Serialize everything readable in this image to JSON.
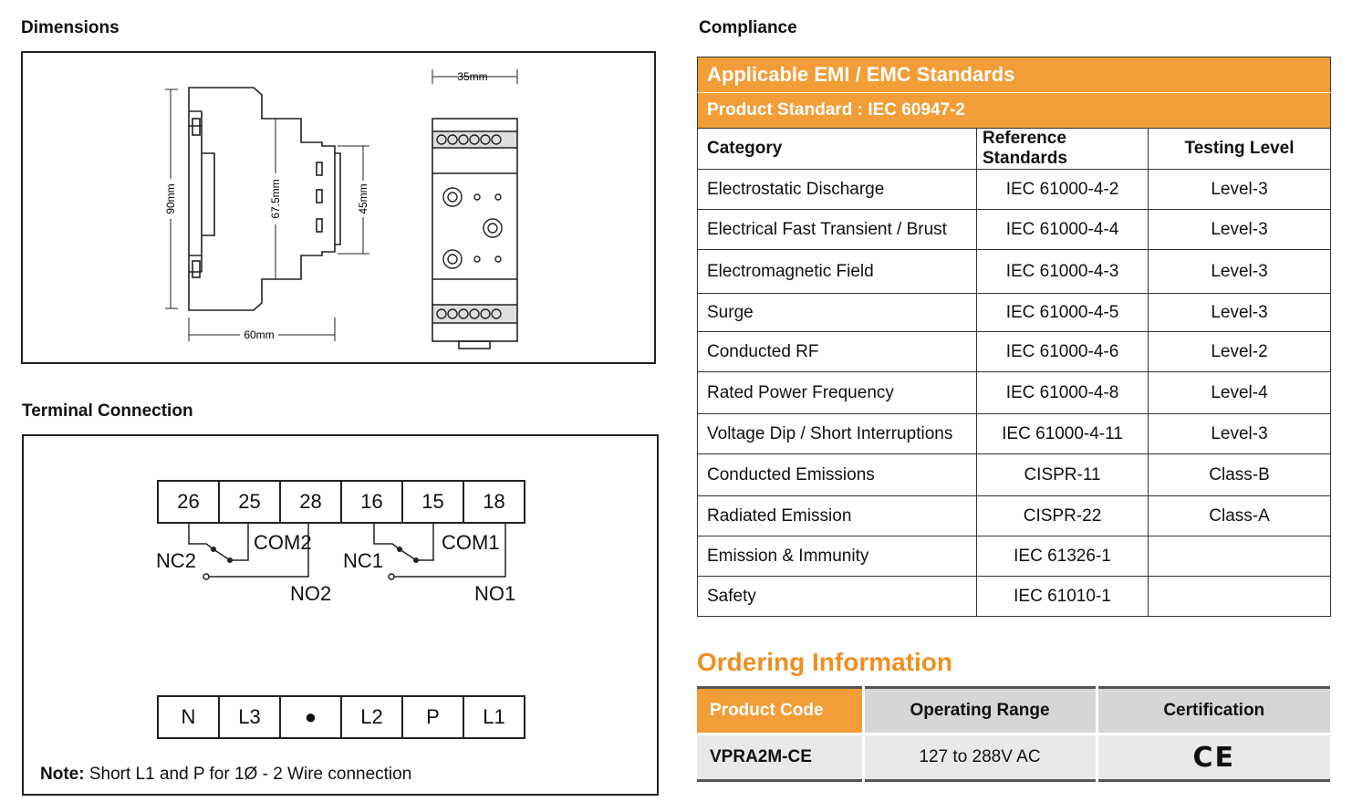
{
  "dimensions": {
    "heading": "Dimensions",
    "w60": "60mm",
    "h90": "90mm",
    "h675": "67.5mm",
    "h45": "45mm",
    "w35": "35mm"
  },
  "terminal": {
    "heading": "Terminal Connection",
    "top_terminals": [
      "26",
      "25",
      "28",
      "16",
      "15",
      "18"
    ],
    "relay_labels": {
      "nc2": "NC2",
      "com2": "COM2",
      "no2": "NO2",
      "nc1": "NC1",
      "com1": "COM1",
      "no1": "NO1"
    },
    "bottom_terminals": [
      "N",
      "L3",
      "●",
      "L2",
      "P",
      "L1"
    ],
    "note_label": "Note:",
    "note_text": " Short L1 and P for 1Ø - 2 Wire connection"
  },
  "compliance": {
    "heading": "Compliance",
    "banner": "Applicable EMI / EMC Standards",
    "product_standard": "Product Standard : IEC 60947-2",
    "columns": [
      "Category",
      "Reference Standards",
      "Testing Level"
    ],
    "rows": [
      [
        "Electrostatic Discharge",
        "IEC 61000-4-2",
        "Level-3"
      ],
      [
        "Electrical Fast Transient / Brust",
        "IEC 61000-4-4",
        "Level-3"
      ],
      [
        "Electromagnetic Field",
        "IEC 61000-4-3",
        "Level-3"
      ],
      [
        "Surge",
        "IEC 61000-4-5",
        "Level-3"
      ],
      [
        "Conducted RF",
        "IEC 61000-4-6",
        "Level-2"
      ],
      [
        "Rated Power Frequency",
        "IEC 61000-4-8",
        "Level-4"
      ],
      [
        "Voltage Dip / Short Interruptions",
        "IEC 61000-4-11",
        "Level-3"
      ],
      [
        "Conducted Emissions",
        "CISPR-11",
        "Class-B"
      ],
      [
        "Radiated Emission",
        "CISPR-22",
        "Class-A"
      ],
      [
        "Emission & Immunity",
        "IEC 61326-1",
        ""
      ],
      [
        "Safety",
        "IEC 61010-1",
        ""
      ]
    ]
  },
  "ordering": {
    "title": "Ordering Information",
    "columns": [
      "Product Code",
      "Operating Range",
      "Certification"
    ],
    "row": [
      "VPRA2M-CE",
      "127 to 288V AC",
      "CE"
    ]
  },
  "colors": {
    "accent": "#f29d37",
    "title_orange": "#ef8f21",
    "header_grey": "#d6d6d6",
    "row_grey": "#e9e9e9"
  }
}
